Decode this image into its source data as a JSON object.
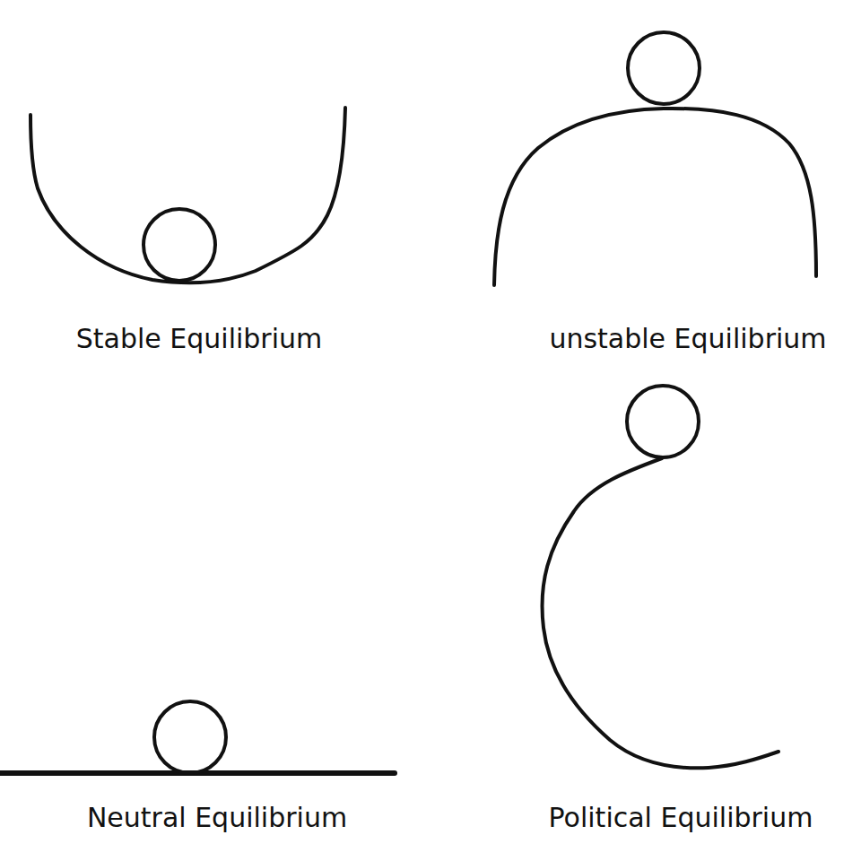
{
  "diagram": {
    "labels": [
      "Stable Equilibrium",
      "unstable Equilibrium",
      "Neutral Equilibrium",
      "Political Equilibrium"
    ]
  }
}
